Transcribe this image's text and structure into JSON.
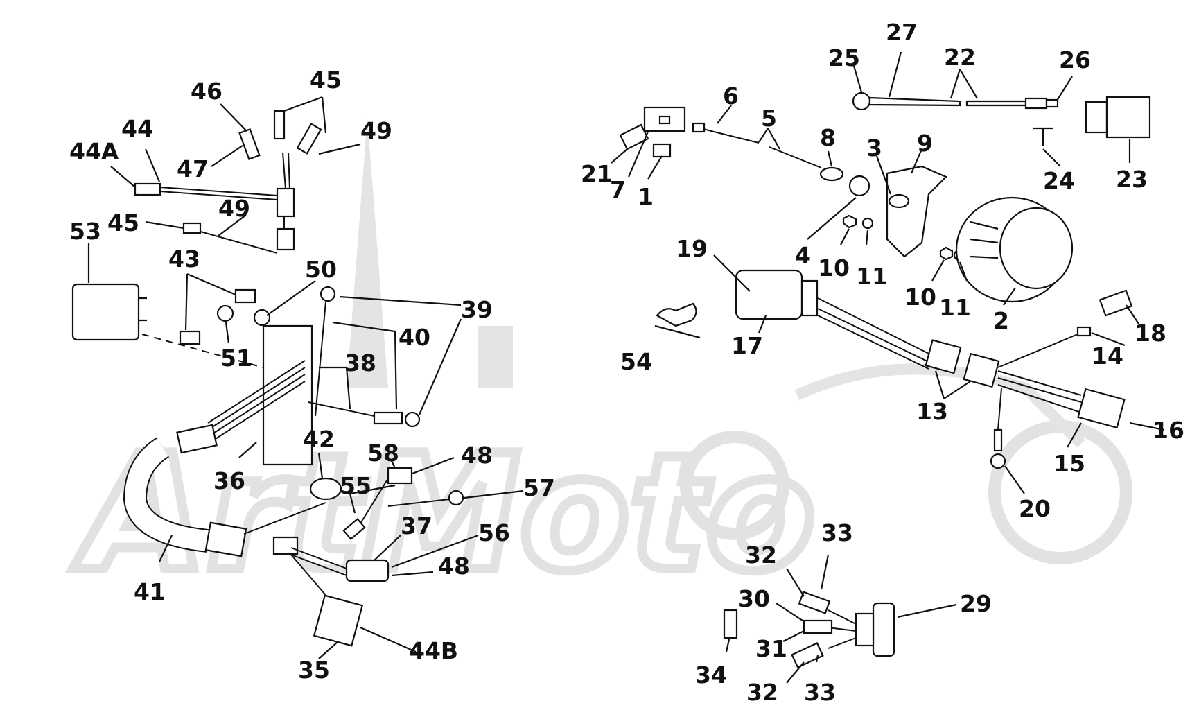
{
  "watermark": {
    "text": "ArtMoto"
  },
  "labels": {
    "l1": "1",
    "l2": "2",
    "l3": "3",
    "l4": "4",
    "l5": "5",
    "l6": "6",
    "l7": "7",
    "l8": "8",
    "l9": "9",
    "l10a": "10",
    "l10b": "10",
    "l11a": "11",
    "l11b": "11",
    "l13": "13",
    "l14": "14",
    "l15": "15",
    "l16": "16",
    "l17": "17",
    "l18": "18",
    "l19": "19",
    "l20": "20",
    "l21": "21",
    "l22": "22",
    "l23": "23",
    "l24": "24",
    "l25": "25",
    "l26": "26",
    "l27": "27",
    "l29": "29",
    "l30": "30",
    "l31": "31",
    "l32a": "32",
    "l32b": "32",
    "l33a": "33",
    "l33b": "33",
    "l34": "34",
    "l35": "35",
    "l36": "36",
    "l37": "37",
    "l38": "38",
    "l39": "39",
    "l40": "40",
    "l41": "41",
    "l42": "42",
    "l43": "43",
    "l44": "44",
    "l44A": "44A",
    "l44B": "44B",
    "l45a": "45",
    "l45b": "45",
    "l46": "46",
    "l47": "47",
    "l48a": "48",
    "l48b": "48",
    "l49a": "49",
    "l49b": "49",
    "l50": "50",
    "l51": "51",
    "l53": "53",
    "l54": "54",
    "l55": "55",
    "l56": "56",
    "l57": "57",
    "l58": "58"
  }
}
